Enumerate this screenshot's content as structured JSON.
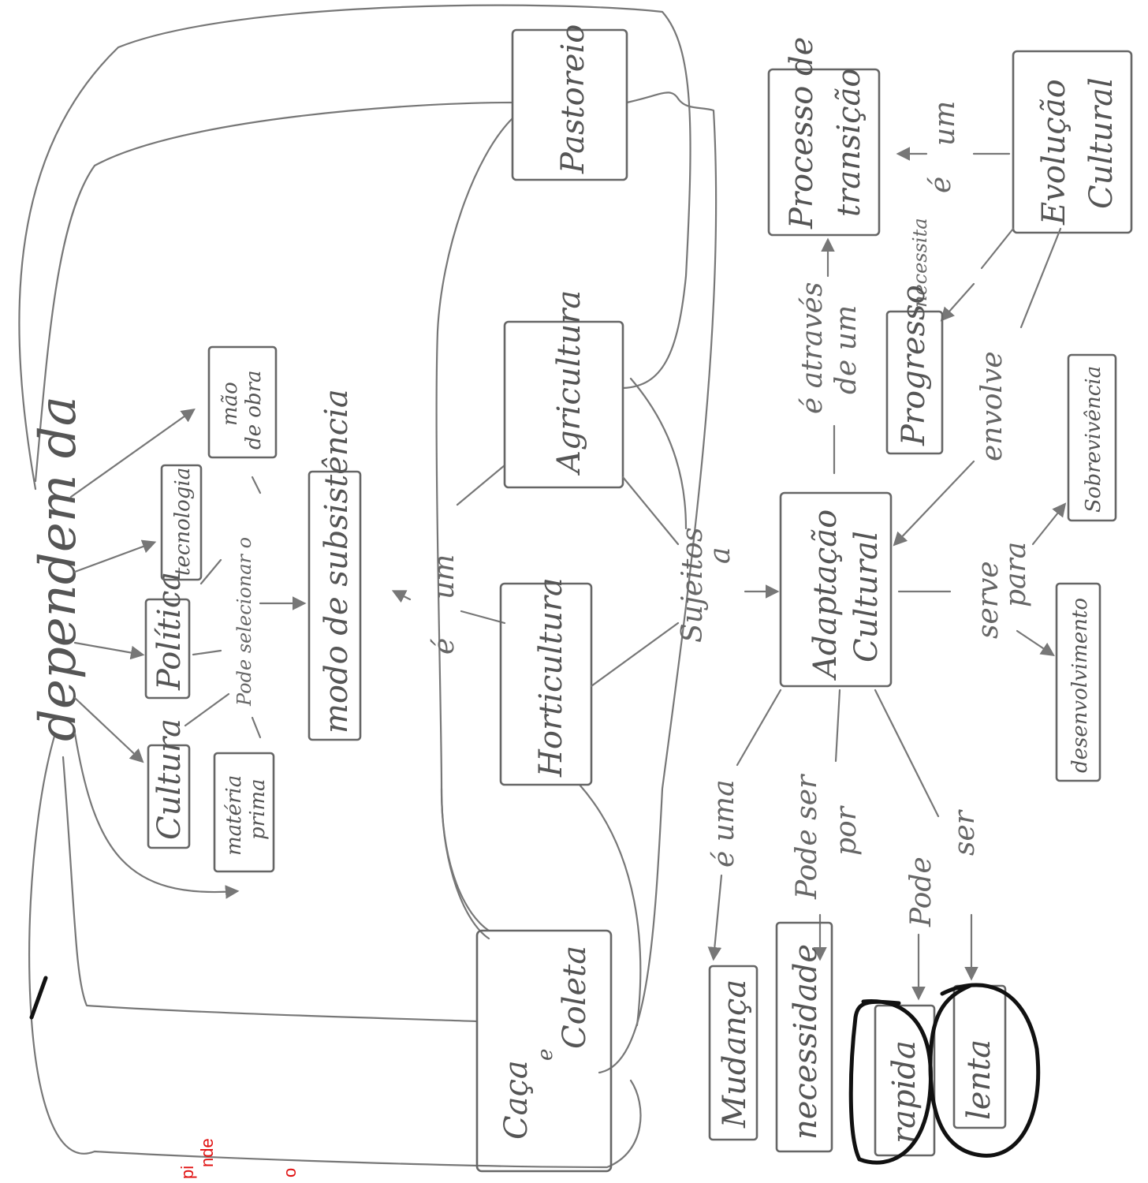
{
  "diagram": {
    "concepts": {
      "dependem": "dependem da",
      "cultura": "Cultura",
      "politica": "Política",
      "tecnologia": "tecnologia",
      "mao_de_obra_1": "mão",
      "mao_de_obra_2": "de obra",
      "materia_prima_1": "matéria",
      "materia_prima_2": "prima",
      "modo": "modo de subsistência",
      "horticultura": "Horticultura",
      "agricultura": "Agricultura",
      "pastoreio": "Pastoreio",
      "caca_1": "Caça",
      "caca_2": "e",
      "caca_3": "Coleta",
      "adaptacao_1": "Adaptação",
      "adaptacao_2": "Cultural",
      "processo_1": "Processo de",
      "processo_2": "transição",
      "evolucao_1": "Evolução",
      "evolucao_2": "Cultural",
      "progresso": "Progresso",
      "sobrevivencia": "Sobrevivência",
      "desenvolvimento": "desenvolvimento",
      "mudanca": "Mudança",
      "necessidade": "necessidade",
      "rapida": "rapida",
      "lenta": "lenta"
    },
    "links": {
      "pode_selecionar": "Pode selecionar o",
      "e_um_1": "é",
      "e_um_2": "um",
      "sujeitos_1": "Sujeitos",
      "sujeitos_2": "a",
      "atraves_1": "é através",
      "atraves_2": "de um",
      "e_um_right_1": "é",
      "e_um_right_2": "um",
      "necessita": "necessita",
      "envolve": "envolve",
      "serve_1": "serve",
      "serve_2": "para",
      "e_uma": "é uma",
      "pode_ser_por_1": "Pode ser",
      "pode_ser_por_2": "por",
      "pode_ser_1": "Pode",
      "pode_ser_2": "ser"
    },
    "footer_fragments": {
      "f1": "pi",
      "f2": "nde",
      "f3": "o"
    }
  }
}
